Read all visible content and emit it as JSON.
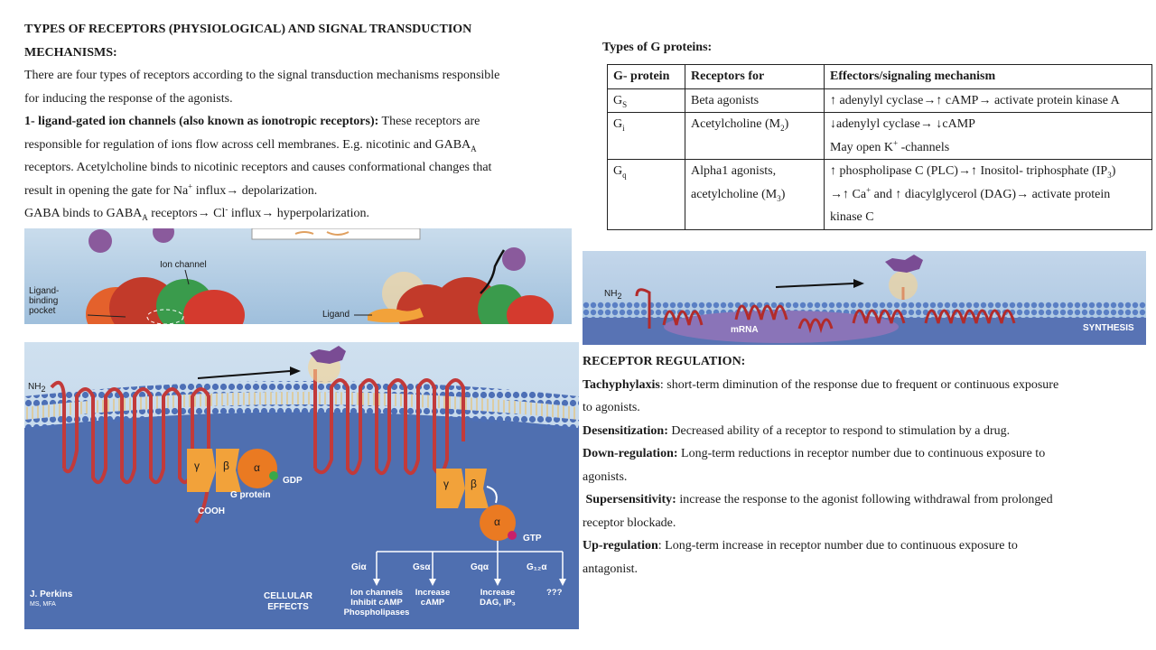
{
  "left": {
    "title_line1": "TYPES OF RECEPTORS (PHYSIOLOGICAL) AND SIGNAL TRANSDUCTION",
    "title_line2": "MECHANISMS:",
    "intro_line1": "There are four types of receptors according to the signal transduction mechanisms responsible",
    "intro_line2": "for inducing the response of the agonists.",
    "lgic_head": "1- ligand-gated ion channels (also known as ionotropic receptors):",
    "lgic_line1_rest": " These receptors are",
    "lgic_line2_a": "responsible for regulation of ions flow across cell membranes. E.g. nicotinic and GABA",
    "lgic_line2_sub": "A",
    "lgic_line3": "receptors. Acetylcholine binds to nicotinic receptors and causes conformational changes that",
    "lgic_line4_a": "result in opening the gate for Na",
    "lgic_line4_sup": "+",
    "lgic_line4_b": " influx→ depolarization.",
    "gaba_a": "GABA binds to GABA",
    "gaba_sub": "A",
    "gaba_b": " receptors→ Cl",
    "gaba_sup": "-",
    "gaba_c": " influx→ hyperpolarization."
  },
  "gproteins": {
    "title": "Types of G proteins:",
    "headers": [
      "G- protein",
      "Receptors for",
      "Effectors/signaling mechanism"
    ],
    "gs_name": "G",
    "gs_sub": "S",
    "gs_receptor": "Beta agonists",
    "gs_effect": "↑ adenylyl cyclase→↑ cAMP→ activate protein kinase A",
    "gi_name": "G",
    "gi_sub": "i",
    "gi_receptor_a": "Acetylcholine (M",
    "gi_receptor_sub": "2",
    "gi_receptor_b": ")",
    "gi_effect_1": "↓adenylyl cyclase→ ↓cAMP",
    "gi_effect_2a": "May open K",
    "gi_effect_2sup": "+",
    "gi_effect_2b": " -channels",
    "gq_name": "G",
    "gq_sub": "q",
    "gq_receptor_1": "Alpha1 agonists,",
    "gq_receptor_2a": "acetylcholine (M",
    "gq_receptor_2sub": "3",
    "gq_receptor_2b": ")",
    "gq_effect_1a": "↑ phospholipase C (PLC)→↑ Inositol- triphosphate (IP",
    "gq_effect_1sub": "3",
    "gq_effect_1b": ")",
    "gq_effect_2a": "→↑ Ca",
    "gq_effect_2sup": "+",
    "gq_effect_2b": "  and ↑ diacylglycerol (DAG)→ activate protein",
    "gq_effect_3": "kinase C"
  },
  "regulation": {
    "title": "RECEPTOR REGULATION:",
    "tachy_term": "Tachyphylaxis",
    "tachy_text_1": ": short-term diminution of the response due to frequent or continuous exposure",
    "tachy_text_2": "to agonists.",
    "desens_term": "Desensitization:",
    "desens_text": " Decreased ability of a receptor to respond to stimulation by a drug.",
    "down_term": "Down-regulation:",
    "down_text_1": " Long-term reductions in receptor number due to continuous exposure to",
    "down_text_2": "agonists.",
    "super_term": "Supersensitivity:",
    "super_text_1": " increase the response to the agonist following withdrawal from prolonged",
    "super_text_2": "receptor blockade.",
    "up_term": "Up-regulation",
    "up_text_1": ": Long-term increase in receptor number due to continuous exposure to",
    "up_text_2": "antagonist."
  },
  "fig_ion": {
    "ion_channel": "Ion channel",
    "ligand_binding_1": "Ligand-",
    "ligand_binding_2": "binding",
    "ligand_binding_3": "pocket",
    "ligand": "Ligand"
  },
  "fig_synthesis": {
    "nh2": "NH",
    "nh2_sub": "2",
    "mrna": "mRNA",
    "synthesis": "SYNTHESIS"
  },
  "fig_gpcr": {
    "nh2": "NH",
    "nh2_sub": "2",
    "cooh": "COOH",
    "gamma": "γ",
    "beta": "β",
    "alpha": "α",
    "gdp": "GDP",
    "gtp": "GTP",
    "g_protein": "G protein",
    "gia": "Giα",
    "gsa": "Gsα",
    "gqa": "Gqα",
    "g12a": "G₁₂α",
    "effect_gi_1": "Ion channels",
    "effect_gi_2": "Inhibit cAMP",
    "effect_gi_3": "Phospholipases",
    "effect_gs_1": "Increase",
    "effect_gs_2": "cAMP",
    "effect_gq_1": "Increase",
    "effect_gq_2": "DAG, IP₃",
    "effect_g12": "???",
    "cellular_1": "CELLULAR",
    "cellular_2": "EFFECTS",
    "artist": "J. Perkins",
    "artist_sub": "MS, MFA"
  },
  "colors": {
    "membrane_blue": "#3d5f9e",
    "cytoplasm_blue": "#5b79b8",
    "receptor_red": "#c23a3a",
    "gprotein_orange": "#f2a23a"
  }
}
